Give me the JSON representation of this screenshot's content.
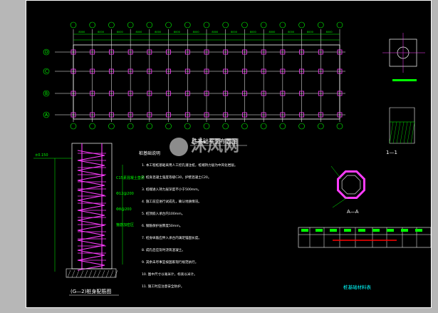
{
  "sheet": {
    "plan_title": "桩基础平面布置图",
    "notes_title": "桩基础说明",
    "section_1_1": "1—1",
    "section_a_a": "A—A",
    "pile_detail_title": "(G—2)桩身配筋图",
    "table_title": "桩基础材料表",
    "ground_elev": "±0.150",
    "label_1": "1",
    "label_a": "A",
    "watermark": "沐风网",
    "axis_letters": [
      "D",
      "C",
      "B",
      "A"
    ],
    "dim_top": [
      "8000",
      "8000",
      "8000",
      "8000",
      "8000",
      "8000",
      "8000",
      "8000",
      "8000",
      "8000",
      "8000",
      "8000",
      "8000",
      "8000"
    ],
    "pile_notes": [
      "C15素混凝土垫层",
      "Φ12@200",
      "Φ8@200",
      "箍筋加密区"
    ],
    "notes": [
      "1. 本工程桩基础采用人工挖孔灌注桩，桩端持力层为中风化岩层。",
      "2. 桩身混凝土强度等级C30，护壁混凝土C20。",
      "3. 桩端进入持力层深度不小于500mm。",
      "4. 施工前应进行试成孔，确认地质情况。",
      "5. 桩顶嵌入承台内100mm。",
      "6. 钢筋保护层厚度50mm。",
      "7. 桩身纵筋应伸入承台内满足锚固长度。",
      "8. 成孔后应及时浇筑混凝土。",
      "9. 其余未尽事宜按国家现行规范执行。",
      "10. 图中尺寸以毫米计，标高以米计。",
      "11. 施工时应注意安全防护。"
    ]
  }
}
